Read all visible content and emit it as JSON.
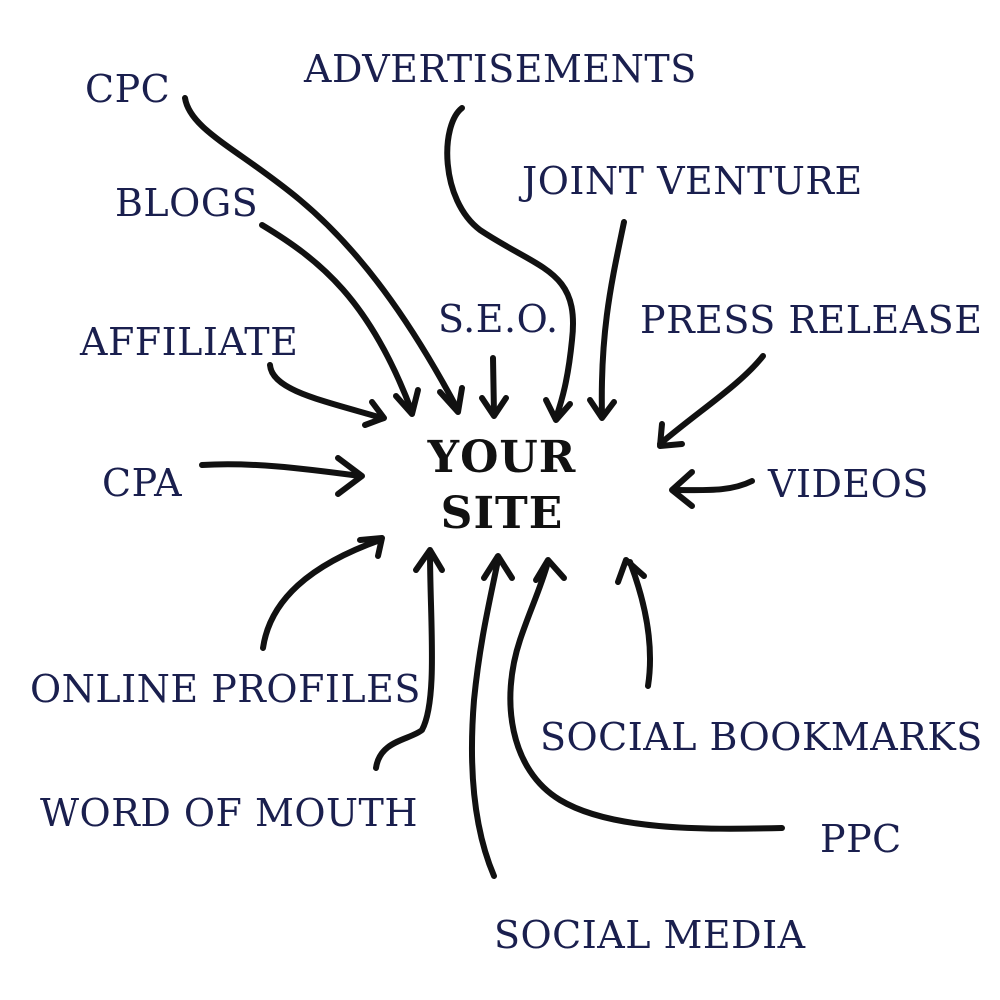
{
  "center": {
    "line1": "YOUR",
    "line2": "SITE"
  },
  "sources": [
    {
      "id": "cpc",
      "label": "CPC"
    },
    {
      "id": "advertisements",
      "label": "ADVERTISEMENTS"
    },
    {
      "id": "blogs",
      "label": "BLOGS"
    },
    {
      "id": "joint-venture",
      "label": "JOINT VENTURE"
    },
    {
      "id": "affiliate",
      "label": "AFFILIATE"
    },
    {
      "id": "seo",
      "label": "S.E.O."
    },
    {
      "id": "press-release",
      "label": "PRESS RELEASE"
    },
    {
      "id": "cpa",
      "label": "CPA"
    },
    {
      "id": "videos",
      "label": "VIDEOS"
    },
    {
      "id": "online-profiles",
      "label": "ONLINE PROFILES"
    },
    {
      "id": "social-bookmarks",
      "label": "SOCIAL BOOKMARKS"
    },
    {
      "id": "word-of-mouth",
      "label": "WORD OF MOUTH"
    },
    {
      "id": "ppc",
      "label": "PPC"
    },
    {
      "id": "social-media",
      "label": "SOCIAL MEDIA"
    }
  ],
  "colors": {
    "label": "#1a1f4e",
    "arrow": "#111111",
    "center": "#111111",
    "background": "#ffffff"
  }
}
